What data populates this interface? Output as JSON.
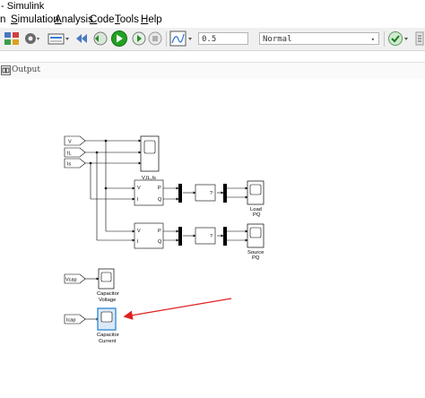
{
  "window": {
    "title": "- Simulink"
  },
  "menu": [
    {
      "pre": "",
      "u": "",
      "post": "n"
    },
    {
      "pre": "",
      "u": "S",
      "post": "imulation"
    },
    {
      "pre": "",
      "u": "A",
      "post": "nalysis"
    },
    {
      "pre": "",
      "u": "C",
      "post": "ode"
    },
    {
      "pre": "",
      "u": "T",
      "post": "ools"
    },
    {
      "pre": "",
      "u": "H",
      "post": "elp"
    }
  ],
  "toolbar": {
    "stop_time": "0.5",
    "sim_mode": "Normal"
  },
  "path": {
    "label": "Output"
  },
  "blocks": {
    "from_v": "V",
    "from_il": "IL",
    "from_is": "Is",
    "scope_vils": "V,IL,Is",
    "pq_port_v": "V",
    "pq_port_i": "I",
    "pq_port_p": "P",
    "pq_port_q": "Q",
    "load_pq_line1": "Load",
    "load_pq_line2": "PQ",
    "source_pq_line1": "Source",
    "source_pq_line2": "PQ",
    "from_vcap": "Vcap",
    "cap_voltage_line1": "Capacitor",
    "cap_voltage_line2": "Voltage",
    "from_icap": "Icap",
    "cap_current_line1": "Capacitor",
    "cap_current_line2": "Current"
  },
  "colors": {
    "annotation_arrow": "#e02020",
    "selection": "#3a8fd8",
    "run_green": "#22a122"
  }
}
